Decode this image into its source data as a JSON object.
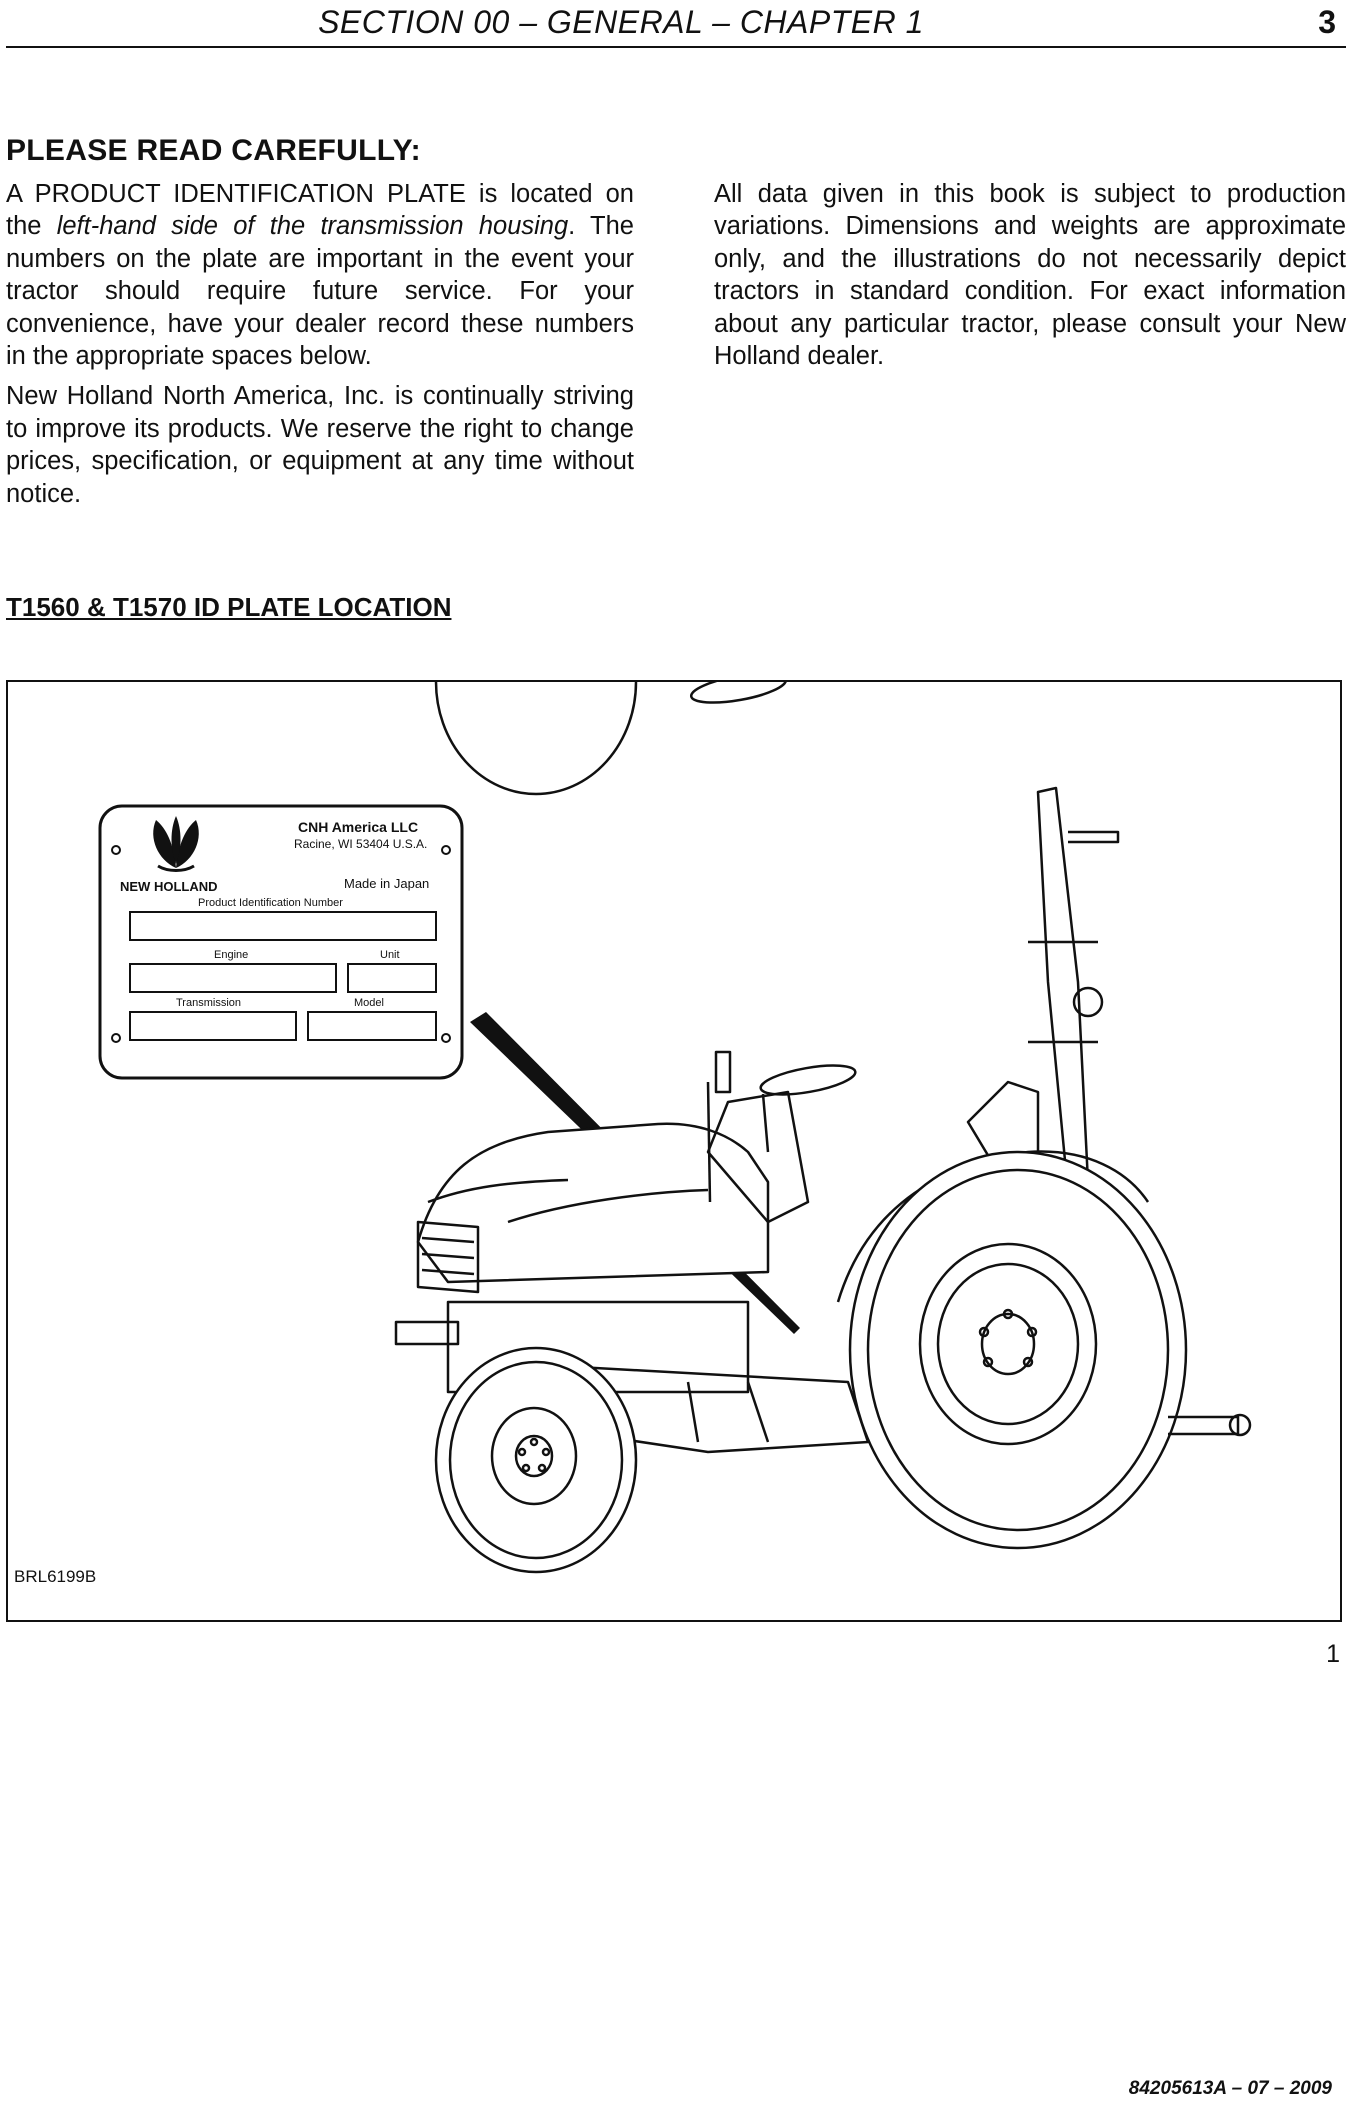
{
  "header": {
    "title": "SECTION 00 – GENERAL – CHAPTER 1",
    "page_number": "3"
  },
  "heading": "PLEASE READ CAREFULLY:",
  "left_column": {
    "p1_part1": "A PRODUCT IDENTIFICATION PLATE is located on the ",
    "p1_emphasis": "left-hand side of the transmission housing",
    "p1_part2": ". The numbers on the plate are important in the event your tractor should require future service. For your convenience, have your dealer record these numbers in the appropriate spaces below.",
    "p2": "New Holland North America, Inc. is continually striving to improve its products. We reserve the right to change prices, specification, or equipment at any time without notice."
  },
  "right_column": {
    "p1": "All data given in this book is subject to production variations. Dimensions and weights are approximate only, and the illustrations do not necessarily depict tractors in standard condition. For exact information about any particular tractor, please consult your New Holland dealer."
  },
  "figure": {
    "title": "T1560 & T1570 ID PLATE LOCATION",
    "code": "BRL6199B",
    "number": "1",
    "plate": {
      "company": "CNH America LLC",
      "address": "Racine, WI 53404 U.S.A.",
      "brand": "NEW HOLLAND",
      "origin": "Made in Japan",
      "product_id_label": "Product Identification Number",
      "engine_label": "Engine",
      "unit_label": "Unit",
      "transmission_label": "Transmission",
      "model_label": "Model"
    }
  },
  "footer": "84205613A – 07 – 2009"
}
